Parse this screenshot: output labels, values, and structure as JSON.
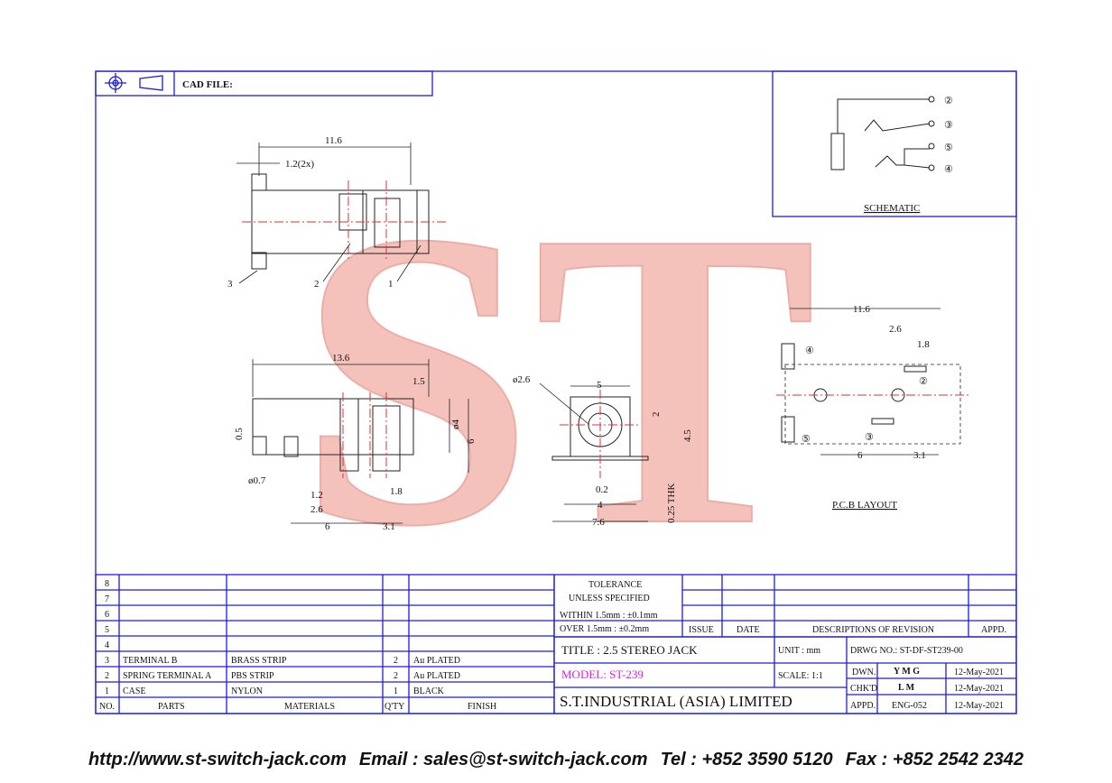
{
  "header": {
    "cad_file_label": "CAD FILE:"
  },
  "watermark": {
    "text": "ST",
    "color": "#f0a8a0"
  },
  "schematic": {
    "label": "SCHEMATIC",
    "pins": [
      "②",
      "③",
      "⑤",
      "④"
    ]
  },
  "pcb": {
    "label": "P.C.B LAYOUT",
    "pins": [
      "④",
      "②",
      "③",
      "⑤"
    ]
  },
  "dims": {
    "top_width": "11.6",
    "top_pin": "1.2(2x)",
    "lbl_1": "1",
    "lbl_2": "2",
    "lbl_3": "3",
    "side_len": "13.6",
    "side_15": "1.5",
    "side_phi4": "ø4",
    "side_6": "6",
    "side_05": "0.5",
    "side_phi07": "ø0.7",
    "side_12": "1.2",
    "side_26": "2.6",
    "side_18": "1.8",
    "side_6b": "6",
    "side_31": "3.1",
    "front_phi26": "ø2.6",
    "front_5": "5",
    "front_2": "2",
    "front_45": "4.5",
    "front_thk": "0.25 THK",
    "front_02": "0.2",
    "front_4": "4",
    "front_76": "7.6",
    "pcb_116": "11.6",
    "pcb_26": "2.6",
    "pcb_18": "1.8",
    "pcb_6": "6",
    "pcb_31": "3.1"
  },
  "bom": {
    "rows": [
      {
        "no": "8",
        "part": "",
        "material": "",
        "qty": "",
        "finish": ""
      },
      {
        "no": "7",
        "part": "",
        "material": "",
        "qty": "",
        "finish": ""
      },
      {
        "no": "6",
        "part": "",
        "material": "",
        "qty": "",
        "finish": ""
      },
      {
        "no": "5",
        "part": "",
        "material": "",
        "qty": "",
        "finish": ""
      },
      {
        "no": "4",
        "part": "",
        "material": "",
        "qty": "",
        "finish": ""
      },
      {
        "no": "3",
        "part": "TERMINAL B",
        "material": "BRASS STRIP",
        "qty": "2",
        "finish": "Au PLATED"
      },
      {
        "no": "2",
        "part": "SPRING TERMINAL A",
        "material": "PBS STRIP",
        "qty": "2",
        "finish": "Au PLATED"
      },
      {
        "no": "1",
        "part": "CASE",
        "material": "NYLON",
        "qty": "1",
        "finish": "BLACK"
      }
    ],
    "headers": {
      "no": "NO.",
      "part": "PARTS",
      "material": "MATERIALS",
      "qty": "Q'TY",
      "finish": "FINISH"
    }
  },
  "tolerance": {
    "line1": "TOLERANCE",
    "line2": "UNLESS   SPECIFIED",
    "line3": "WITHIN  1.5mm  :  ±0.1mm",
    "line4": "OVER    1.5mm  :  ±0.2mm"
  },
  "revision": {
    "issue": "ISSUE",
    "date": "DATE",
    "desc": "DESCRIPTIONS  OF  REVISION",
    "appd": "APPD."
  },
  "title_block": {
    "title": "TITLE  :  2.5  STEREO  JACK",
    "unit": "UNIT  :   mm",
    "drwg_no": "DRWG  NO.:  ST-DF-ST239-00",
    "model": "MODEL:  ST-239",
    "scale": "SCALE:   1:1",
    "dwn_label": "DWN.",
    "dwn_value": "Y M G",
    "dwn_date": "12-May-2021",
    "chkd_label": "CHK'D",
    "chkd_value": "L M",
    "chkd_date": "12-May-2021",
    "appd_label": "APPD.",
    "appd_value": "ENG-052",
    "appd_date": "12-May-2021",
    "company": "S.T.INDUSTRIAL  (ASIA)  LIMITED",
    "accent_magenta": "#e020e0"
  },
  "footer": {
    "url": "http://www.st-switch-jack.com",
    "email": "Email : sales@st-switch-jack.com",
    "tel": "Tel : +852 3590 5120",
    "fax": "Fax : +852 2542 2342"
  }
}
